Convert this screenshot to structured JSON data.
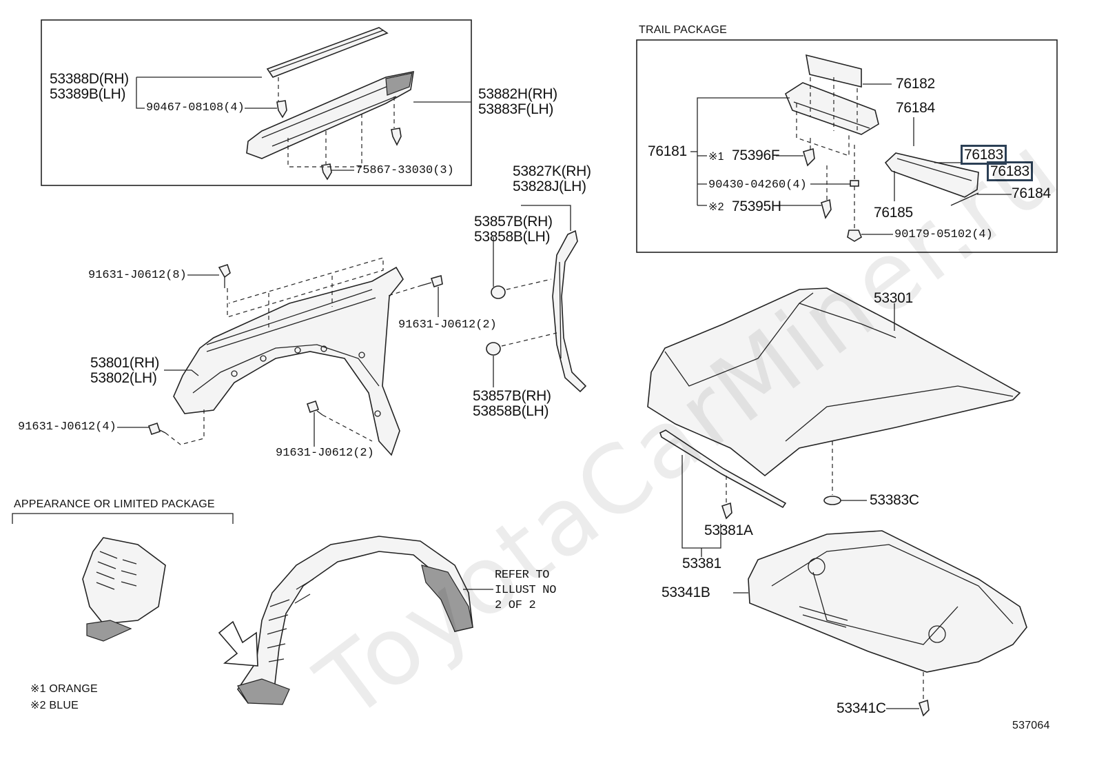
{
  "sections": {
    "trail_package": "TRAIL PACKAGE",
    "appearance_package": "APPEARANCE OR LIMITED PACKAGE"
  },
  "legend": {
    "note1": "※1 ORANGE",
    "note2": "※2 BLUE"
  },
  "diagram_id": "537064",
  "watermark": "ToyotaCarMiner.ru",
  "highlight_color": "#2b3f55",
  "parts": {
    "p53388D": "53388D(RH)",
    "p53389B": "53389B(LH)",
    "p90467": "90467-08108(4)",
    "p53882H": "53882H(RH)",
    "p53883F": "53883F(LH)",
    "p75867": "75867-33030(3)",
    "p53827K": "53827K(RH)",
    "p53828J": "53828J(LH)",
    "p53857B_top": "53857B(RH)",
    "p53858B_top": "53858B(LH)",
    "p53857B_bot": "53857B(RH)",
    "p53858B_bot": "53858B(LH)",
    "p91631_8": "91631-J0612(8)",
    "p91631_2a": "91631-J0612(2)",
    "p53801": "53801(RH)",
    "p53802": "53802(LH)",
    "p91631_4": "91631-J0612(4)",
    "p91631_2b": "91631-J0612(2)",
    "p76182": "76182",
    "p76184a": "76184",
    "p76181": "76181",
    "p75396F_mark": "※1",
    "p75396F": "75396F",
    "p76183a": "76183",
    "p76183b": "76183",
    "p90430": "90430-04260(4)",
    "p76184b": "76184",
    "p75395H_mark": "※2",
    "p75395H": "75395H",
    "p76185": "76185",
    "p90179": "90179-05102(4)",
    "p53301": "53301",
    "p53383C": "53383C",
    "p53381A": "53381A",
    "p53381": "53381",
    "p53341B": "53341B",
    "p53341C": "53341C"
  },
  "refer": {
    "line1": "REFER TO",
    "line2": "ILLUST NO",
    "line3": "2 OF 2"
  }
}
